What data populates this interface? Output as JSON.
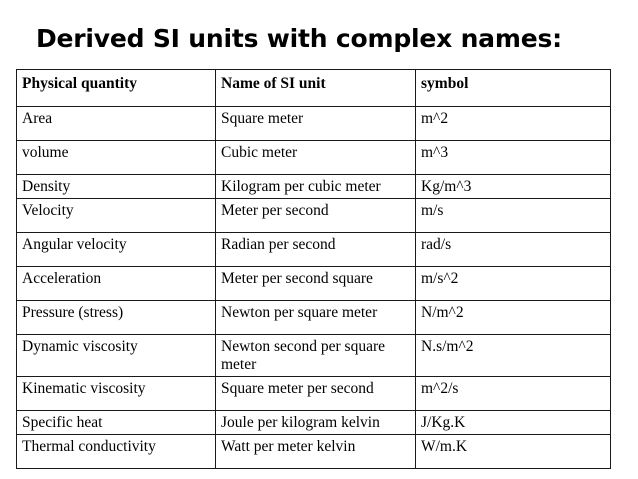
{
  "slide": {
    "title": "Derived SI units with complex names:",
    "background_color": "#ffffff",
    "text_color": "#000000",
    "border_color": "#1a1a1a"
  },
  "table": {
    "headers": {
      "quantity": "Physical quantity",
      "name": "Name of SI unit",
      "symbol": "symbol"
    },
    "rows": [
      {
        "quantity": "Area",
        "name": "Square meter",
        "symbol": "m^2",
        "wraps": false
      },
      {
        "quantity": "volume",
        "name": "Cubic meter",
        "symbol": "m^3",
        "wraps": false
      },
      {
        "quantity": "Density",
        "name": "Kilogram per cubic meter",
        "symbol": "Kg/m^3",
        "wraps": true
      },
      {
        "quantity": "Velocity",
        "name": "Meter per second",
        "symbol": "m/s",
        "wraps": false
      },
      {
        "quantity": "Angular velocity",
        "name": "Radian per second",
        "symbol": "rad/s",
        "wraps": false
      },
      {
        "quantity": "Acceleration",
        "name": "Meter per second square",
        "symbol": "m/s^2",
        "wraps": false
      },
      {
        "quantity": "Pressure (stress)",
        "name": "Newton per square meter",
        "symbol": "N/m^2",
        "wraps": false
      },
      {
        "quantity": "Dynamic viscosity",
        "name": "Newton second per square meter",
        "symbol": "N.s/m^2",
        "wraps": true
      },
      {
        "quantity": "Kinematic viscosity",
        "name": "Square meter per second",
        "symbol": "m^2/s",
        "wraps": false
      },
      {
        "quantity": "Specific heat",
        "name": "Joule per kilogram kelvin",
        "symbol": "J/Kg.K",
        "wraps": true
      },
      {
        "quantity": "Thermal conductivity",
        "name": "Watt per meter kelvin",
        "symbol": "W/m.K",
        "wraps": false
      }
    ]
  }
}
